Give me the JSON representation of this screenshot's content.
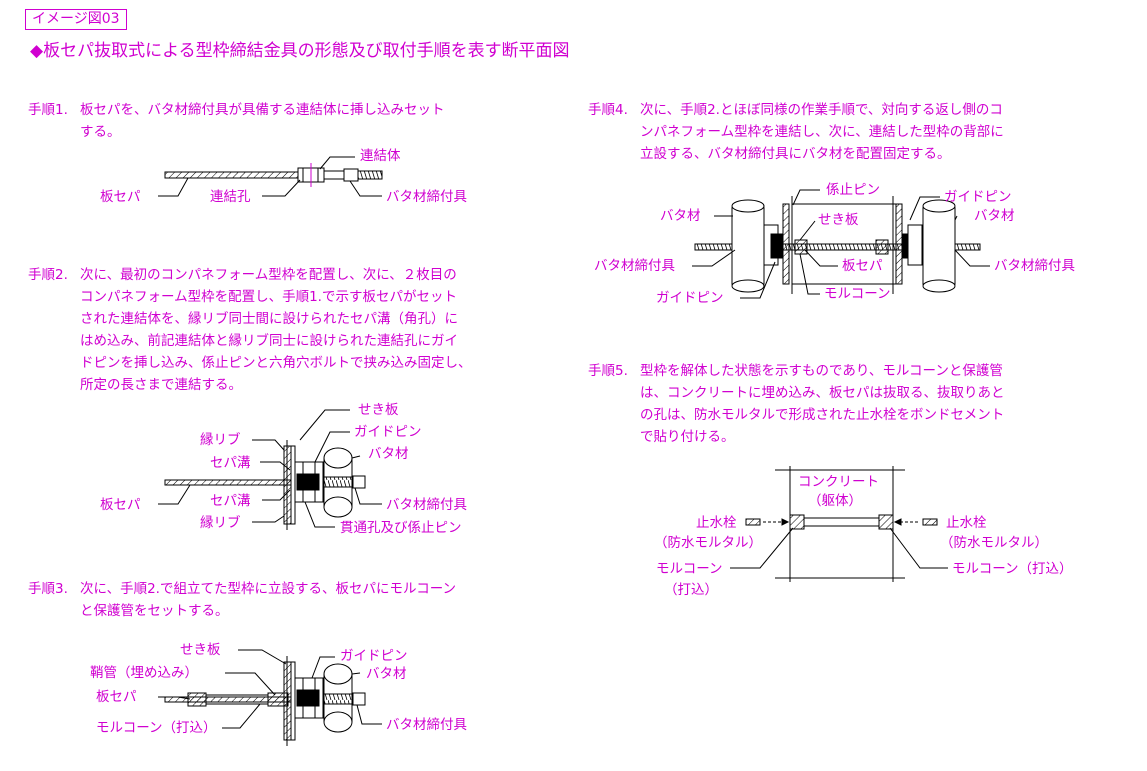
{
  "tag": "イメージ図03",
  "title": "◆板セパ抜取式による型枠締結金具の形態及び取付手順を表す断平面図",
  "colors": {
    "text": "#d000d0",
    "drawing": "#000000"
  },
  "steps": [
    {
      "label": "手順1.",
      "lines": [
        "板セパを、バタ材締付具が具備する連結体に挿し込みセット",
        "する。"
      ],
      "callouts": {
        "renketsutai": "連結体",
        "itasepa": "板セパ",
        "renketsuko": "連結孔",
        "bata_shimetsuke": "バタ材締付具"
      }
    },
    {
      "label": "手順2.",
      "lines": [
        "次に、最初のコンパネフォーム型枠を配置し、次に、２枚目の",
        "コンパネフォーム型枠を配置し、手順1.で示す板セパがセット",
        "された連結体を、縁リブ同士間に設けられたセパ溝（角孔）に",
        "はめ込み、前記連結体と縁リブ同士に設けられた連結孔にガイ",
        "ドピンを挿し込み、係止ピンと六角穴ボルトで挟み込み固定し、",
        "所定の長さまで連結する。"
      ],
      "callouts": {
        "sekiita": "せき板",
        "guide_pin": "ガイドピン",
        "fuchi_rib_top": "縁リブ",
        "bata": "バタ材",
        "sepa_mizo_top": "セパ溝",
        "itasepa": "板セパ",
        "sepa_mizo_bottom": "セパ溝",
        "bata_shimetsuke": "バタ材締付具",
        "fuchi_rib_bottom": "縁リブ",
        "kantsuko": "貫通孔及び係止ピン"
      }
    },
    {
      "label": "手順3.",
      "lines": [
        "次に、手順2.で組立てた型枠に立設する、板セパにモルコーン",
        "と保護管をセットする。"
      ],
      "callouts": {
        "sekiita": "せき板",
        "guide_pin": "ガイドピン",
        "sayakan": "鞘管（埋め込み）",
        "bata": "バタ材",
        "itasepa": "板セパ",
        "morcone": "モルコーン（打込）",
        "bata_shimetsuke": "バタ材締付具"
      }
    },
    {
      "label": "手順4.",
      "lines": [
        "次に、手順2.とほぼ同様の作業手順で、対向する返し側のコ",
        "ンパネフォーム型枠を連結し、次に、連結した型枠の背部に",
        "立設する、バタ材締付具にバタ材を配置固定する。"
      ],
      "callouts": {
        "keishi_pin": "係止ピン",
        "guide_pin_right": "ガイドピン",
        "bata_left": "バタ材",
        "sekiita": "せき板",
        "bata_right": "バタ材",
        "bata_shimetsuke_left": "バタ材締付具",
        "itasepa": "板セパ",
        "bata_shimetsuke_right": "バタ材締付具",
        "guide_pin_left": "ガイドピン",
        "morcone": "モルコーン"
      }
    },
    {
      "label": "手順5.",
      "lines": [
        "型枠を解体した状態を示すものであり、モルコーンと保護管",
        "は、コンクリートに埋め込み、板セパは抜取る、抜取りあと",
        "の孔は、防水モルタルで形成された止水栓をボンドセメント",
        "で貼り付ける。"
      ],
      "callouts": {
        "concrete": "コンクリート",
        "kutai": "（躯体）",
        "shisuisen_left": "止水栓",
        "bosui_left": "（防水モルタル）",
        "shisuisen_right": "止水栓",
        "bosui_right": "（防水モルタル）",
        "morcone_left": "モルコーン",
        "uchikomi_left": "（打込）",
        "morcone_right": "モルコーン（打込）"
      }
    }
  ]
}
